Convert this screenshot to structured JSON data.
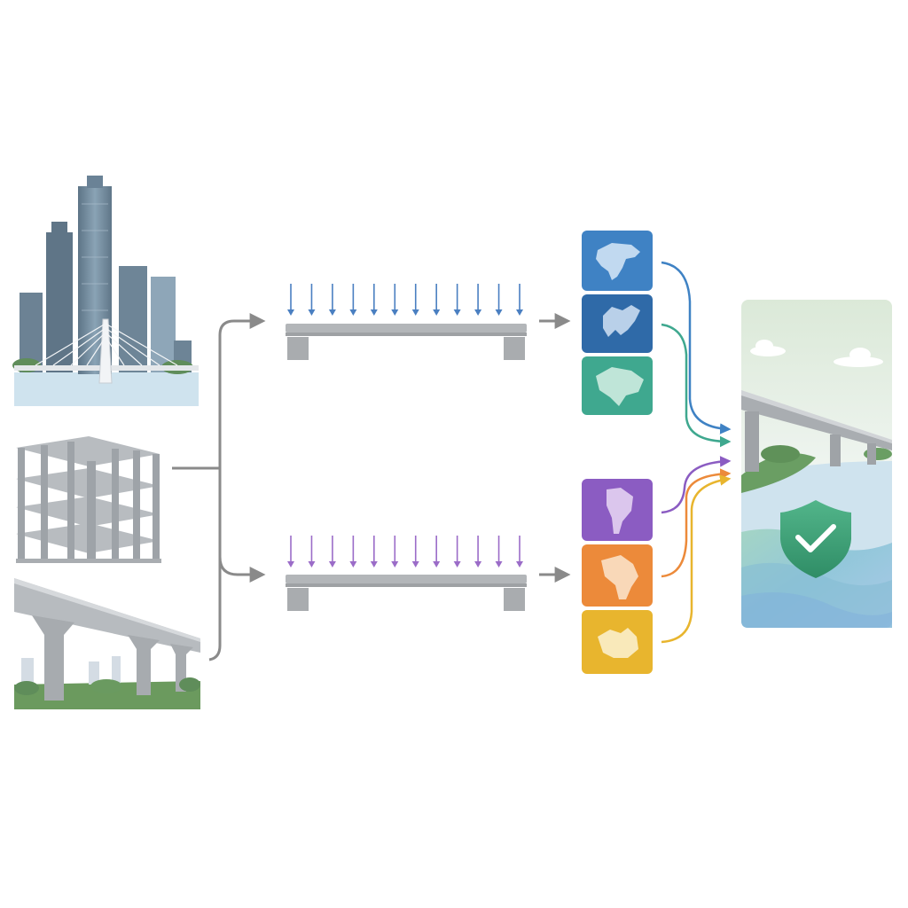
{
  "colors": {
    "background": "#ffffff",
    "connector": "#8a8a8a",
    "load_arrow_top": "#4a7fc1",
    "load_arrow_bottom": "#9b6cc8",
    "north_america": "#3f82c4",
    "europe": "#2f6aa8",
    "asia": "#3fa88f",
    "south_america": "#8b5cc2",
    "africa": "#ec8a3a",
    "oceania": "#e8b52e",
    "shield": "#3fa37c"
  },
  "structures": [
    {
      "name": "skyline-with-cable-stayed-bridge"
    },
    {
      "name": "concrete-building-frame"
    },
    {
      "name": "elevated-highway-viaduct"
    }
  ],
  "load_cases": [
    {
      "name": "load-case-upper",
      "arrow_color": "load_arrow_top"
    },
    {
      "name": "load-case-lower",
      "arrow_color": "load_arrow_bottom"
    }
  ],
  "regions": [
    {
      "name": "north-america",
      "icon": "north-america-map-icon"
    },
    {
      "name": "europe",
      "icon": "europe-map-icon"
    },
    {
      "name": "asia",
      "icon": "asia-map-icon"
    },
    {
      "name": "south-america",
      "icon": "south-america-map-icon"
    },
    {
      "name": "africa",
      "icon": "africa-map-icon"
    },
    {
      "name": "oceania",
      "icon": "australia-map-icon"
    }
  ],
  "result": {
    "icon": "shield-check-icon",
    "scene": "bridge-over-river"
  }
}
